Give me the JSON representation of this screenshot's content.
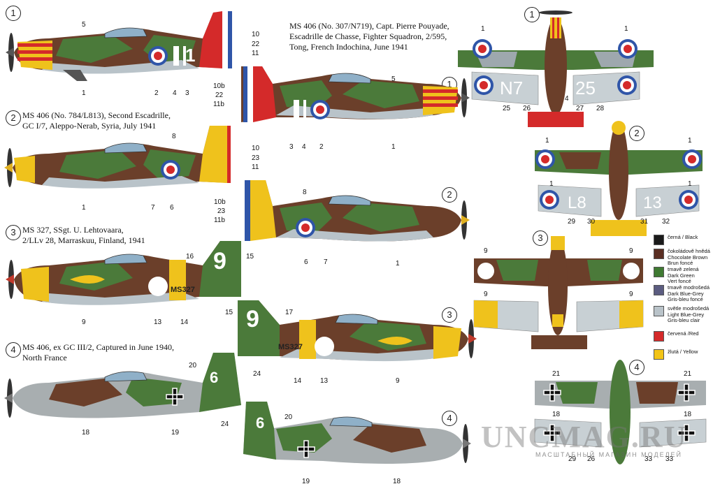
{
  "captions": {
    "a1": "MS 406 (No. 307/N719), Capt. Pierre Pouyade,\nEscadrille de Chasse, Fighter Squadron, 2/595,\nTong, French Indochina, June 1941",
    "a2": "MS 406 (No. 784/L813), Second Escadrille,\nGC I/7, Aleppo-Nerab, Syria, July 1941",
    "a3": "MS 327, SSgt. U. Lehtovaara,\n2/LLv 28, Marraskuu, Finland, 1941",
    "a4": "MS 406, ex GC III/2, Captured in June 1940,\nNorth France"
  },
  "aircraft_numbers": [
    "1",
    "2",
    "3",
    "4"
  ],
  "markings": {
    "a1_fin": "1",
    "a2_fin": "",
    "a3_fin": "9",
    "a4_fin": "6",
    "a3_code": "MS327",
    "a1_wing_left": "N7",
    "a1_wing_right": "25",
    "a2_wing_left": "L8",
    "a2_wing_right": "13"
  },
  "callouts": {
    "p1_left": [
      "5",
      "1",
      "2",
      "4",
      "3",
      "10",
      "22",
      "11"
    ],
    "p1_right": [
      "10b",
      "22",
      "11b",
      "5",
      "3",
      "4",
      "2",
      "1"
    ],
    "p2_left": [
      "8",
      "10",
      "23",
      "11",
      "1",
      "7",
      "6"
    ],
    "p2_right": [
      "10b",
      "23",
      "11b",
      "8",
      "6",
      "7",
      "1"
    ],
    "p3_left": [
      "16",
      "15",
      "9",
      "13",
      "14"
    ],
    "p3_right": [
      "15",
      "17",
      "14",
      "13",
      "9"
    ],
    "p4_left": [
      "20",
      "24",
      "18",
      "19"
    ],
    "p4_right": [
      "24",
      "20",
      "19",
      "18"
    ],
    "top1": [
      "1",
      "1",
      "4",
      "25",
      "26",
      "27",
      "28"
    ],
    "top2": [
      "1",
      "1",
      "1",
      "1",
      "29",
      "30",
      "31",
      "32"
    ],
    "top3": [
      "9",
      "9",
      "9",
      "9"
    ],
    "top4": [
      "21",
      "21",
      "18",
      "18",
      "29",
      "26",
      "33",
      "33"
    ]
  },
  "legend": [
    {
      "color": "#1a1a1a",
      "lines": [
        "černá / Black"
      ]
    },
    {
      "color": "#5a2e22",
      "lines": [
        "čokoládově hnědá",
        "Chocolate Brown",
        "Brun foncé"
      ]
    },
    {
      "color": "#3f7a32",
      "lines": [
        "tmavě zelená",
        "Dark Green",
        "Vert foncé"
      ]
    },
    {
      "color": "#5b5c80",
      "lines": [
        "tmavě modrošedá",
        "Dark Blue-Grey",
        "Gris-bleu foncé"
      ]
    },
    {
      "color": "#b9c3c9",
      "lines": [
        "světle modrošedá",
        "Light Blue-Grey",
        "Gris-bleu clair"
      ]
    },
    {
      "color": "#d42a2a",
      "lines": [
        "červená /Red"
      ]
    },
    {
      "color": "#f2c417",
      "lines": [
        "žlutá / Yellow"
      ]
    }
  ],
  "watermark": {
    "main": "UNCMAG.RU",
    "sub": "МАСШТАБНЫЙ МАГАЗИН МОДЕЛЕЙ"
  },
  "colors": {
    "brown": "#6b3f2a",
    "green": "#4b7a3a",
    "grey": "#9ea8ae",
    "light_grey": "#c8d0d4",
    "yellow": "#efc21c",
    "red": "#d42a2a",
    "blue": "#2f55a8"
  }
}
